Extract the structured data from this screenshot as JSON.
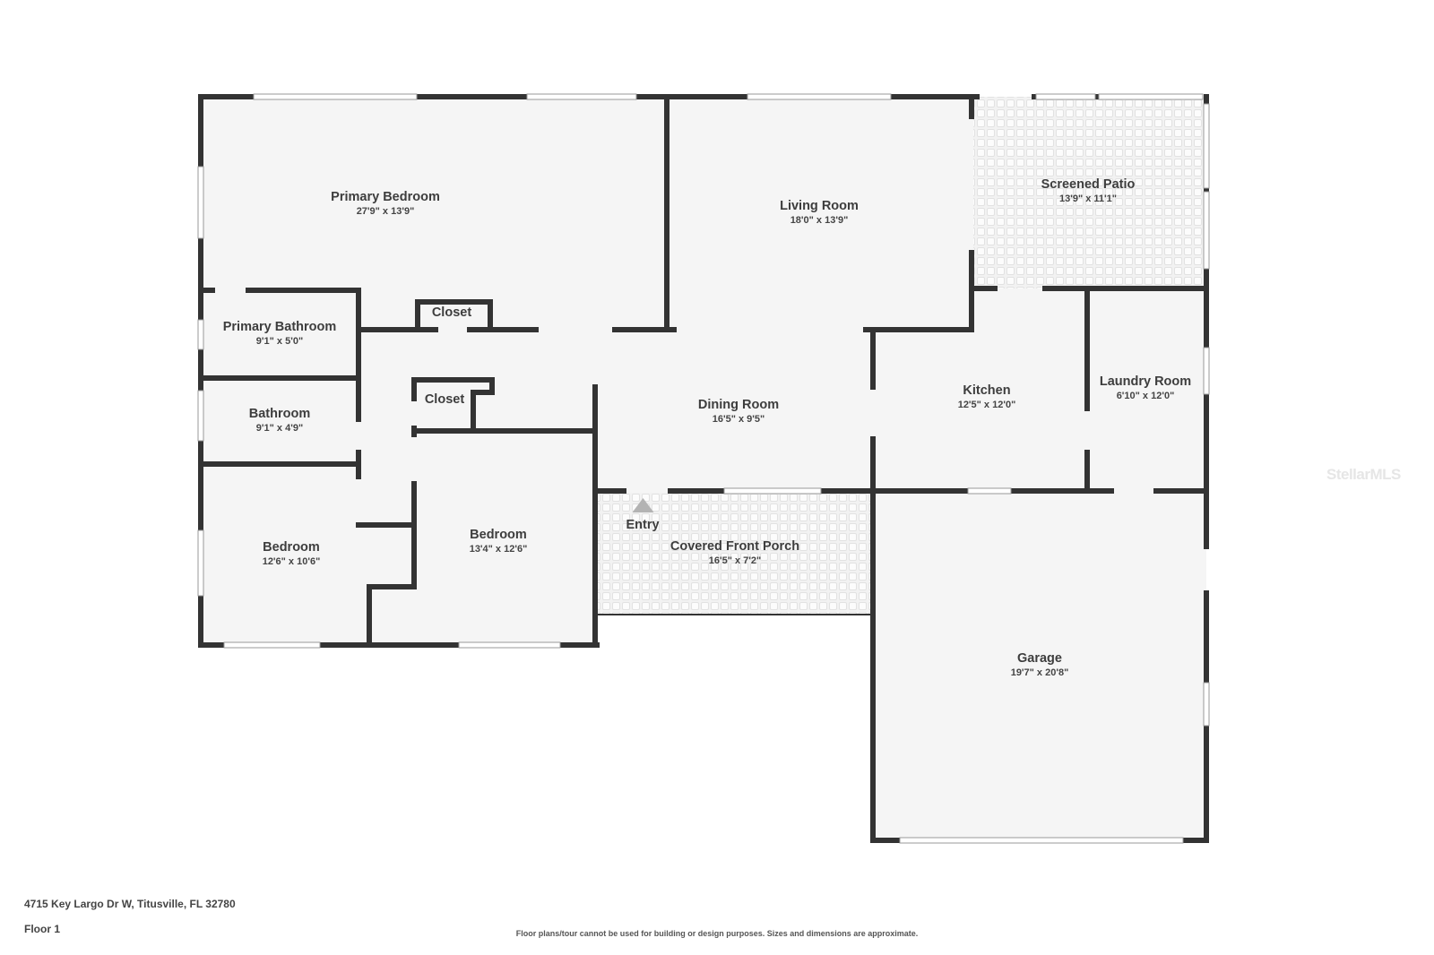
{
  "floor_plan": {
    "address": "4715 Key Largo Dr W, Titusville, FL 32780",
    "floor": "Floor 1",
    "disclaimer": "Floor plans/tour cannot be used for building or design purposes. Sizes and dimensions are approximate.",
    "watermark": "StellarMLS",
    "colors": {
      "wall": "#333333",
      "floor": "#f5f5f5",
      "tile_pattern": "#e8e8e8",
      "background": "#ffffff",
      "entry_marker": "#b3b3b3"
    },
    "entry": {
      "label": "Entry"
    },
    "rooms": [
      {
        "name": "Primary Bedroom",
        "dimensions": "27'9\" x 13'9\""
      },
      {
        "name": "Living Room",
        "dimensions": "18'0\" x 13'9\""
      },
      {
        "name": "Screened Patio",
        "dimensions": "13'9\" x 11'1\""
      },
      {
        "name": "Closet",
        "dimensions": ""
      },
      {
        "name": "Primary Bathroom",
        "dimensions": "9'1\" x 5'0\""
      },
      {
        "name": "Closet",
        "dimensions": ""
      },
      {
        "name": "Bathroom",
        "dimensions": "9'1\" x 4'9\""
      },
      {
        "name": "Dining Room",
        "dimensions": "16'5\" x 9'5\""
      },
      {
        "name": "Kitchen",
        "dimensions": "12'5\" x 12'0\""
      },
      {
        "name": "Laundry Room",
        "dimensions": "6'10\" x 12'0\""
      },
      {
        "name": "Bedroom",
        "dimensions": "12'6\" x 10'6\""
      },
      {
        "name": "Bedroom",
        "dimensions": "13'4\" x 12'6\""
      },
      {
        "name": "Covered Front Porch",
        "dimensions": "16'5\" x 7'2\""
      },
      {
        "name": "Garage",
        "dimensions": "19'7\" x 20'8\""
      }
    ]
  }
}
